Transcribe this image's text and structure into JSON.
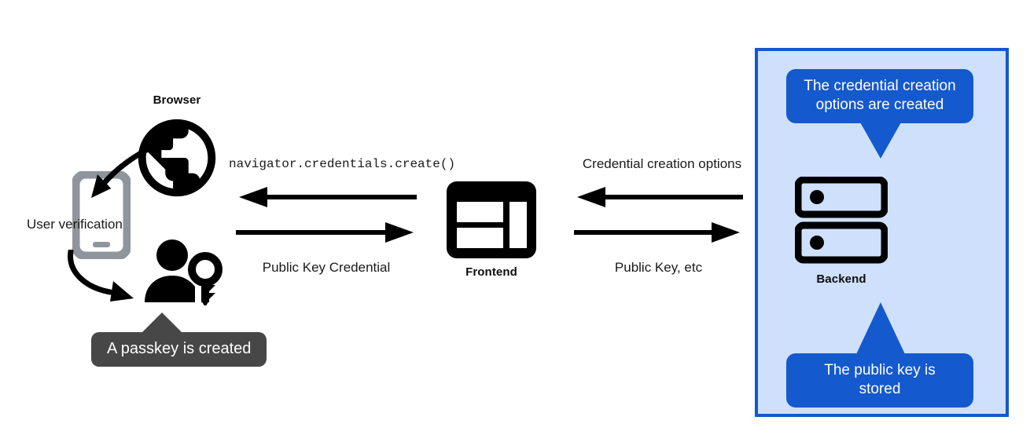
{
  "diagram": {
    "title": "Passkey registration flow",
    "colors": {
      "panel_background": "#cfe0fd",
      "panel_border": "#1159cd",
      "callout_blue": "#1459cd",
      "tooltip_gray": "#474747",
      "icon_black": "#000000",
      "phone_gray": "#8f959c",
      "page_background": "#ffffff"
    }
  },
  "client": {
    "browser_label": "Browser",
    "browser_icon": "globe-icon",
    "phone_icon": "smartphone-icon",
    "user_verification_label": "User verification",
    "user_key_icon": "person-with-key-icon",
    "passkey_tooltip": "A passkey is created"
  },
  "frontend": {
    "label": "Frontend",
    "icon": "web-layout-icon"
  },
  "backend": {
    "label": "Backend",
    "icon": "server-stack-icon",
    "callout_top": "The credential creation options are created",
    "callout_top_line1": "The credential creation",
    "callout_top_line2": "options are created",
    "callout_bottom": "The public key is stored",
    "callout_bottom_line1": "The public key is",
    "callout_bottom_line2": "stored"
  },
  "arrows": {
    "left_pair": {
      "top_label": "navigator.credentials.create()",
      "top_direction": "left",
      "bottom_label": "Public Key Credential",
      "bottom_direction": "right"
    },
    "right_pair": {
      "top_label": "Credential creation options",
      "top_direction": "left",
      "bottom_label": "Public Key, etc",
      "bottom_direction": "right"
    },
    "curved": [
      {
        "name": "browser-to-phone",
        "from": "globe-icon",
        "to": "smartphone-icon"
      },
      {
        "name": "phone-to-user",
        "from": "smartphone-icon",
        "to": "person-with-key-icon"
      }
    ]
  }
}
